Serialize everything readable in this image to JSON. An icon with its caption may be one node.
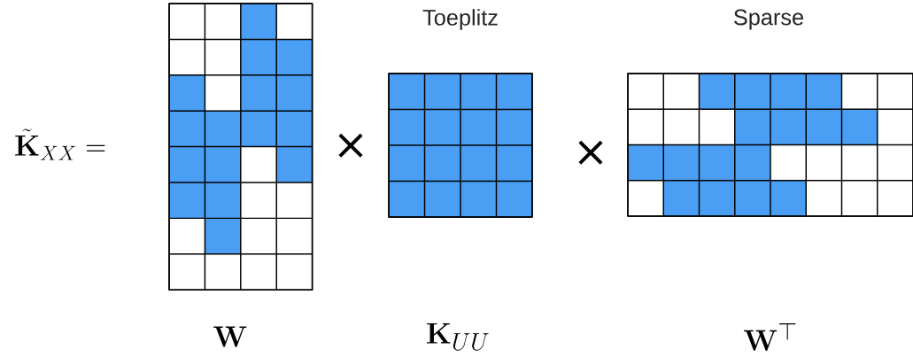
{
  "diagram": {
    "nodes": [
      {
        "text": [],
        "shape": "box"
      },
      {
        "text": [
          "Toeplitz"
        ]
      },
      {
        "text": [
          "Sparse"
        ]
      }
    ],
    "labels": [
      "\\tilde{\\mathbf{K}}_{XX} =",
      "×",
      "×",
      "\\mathbf{W}",
      "\\mathbf{K}_{UU}",
      "\\mathbf{W}^{\\top}"
    ]
  }
}
